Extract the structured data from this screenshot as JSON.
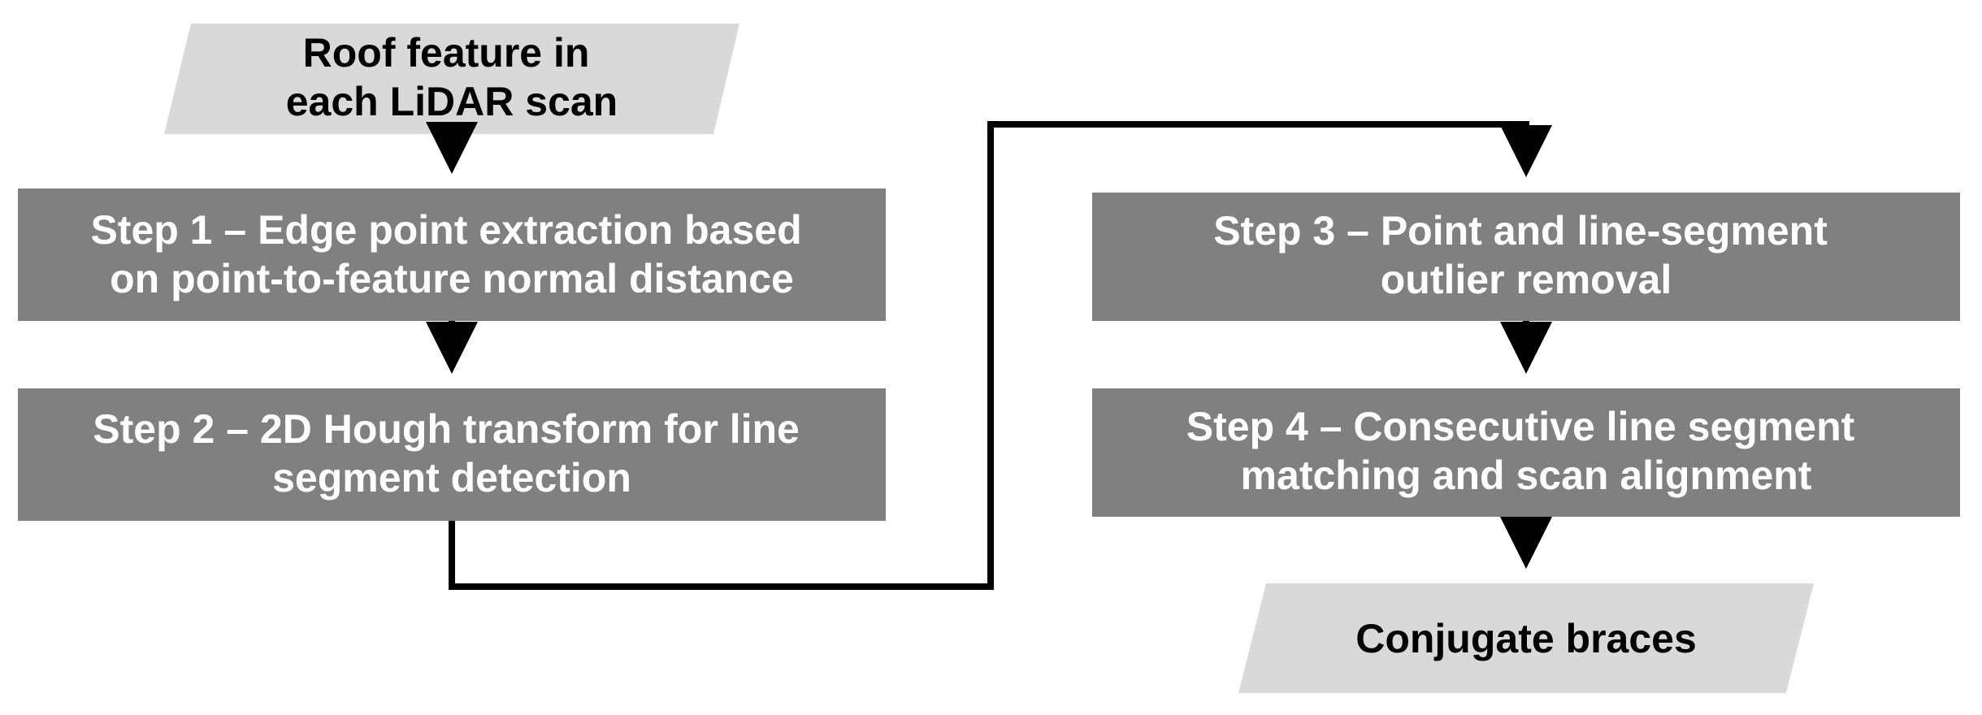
{
  "diagram": {
    "input": {
      "lines": [
        "Roof feature in",
        "each LiDAR scan"
      ]
    },
    "steps": [
      {
        "lines": [
          "Step 1 – Edge point extraction based",
          "on point-to-feature normal distance"
        ]
      },
      {
        "lines": [
          "Step 2 – 2D Hough transform for line",
          "segment detection"
        ]
      },
      {
        "lines": [
          "Step 3 – Point and line-segment",
          "outlier removal"
        ]
      },
      {
        "lines": [
          "Step 4 – Consecutive line segment",
          "matching and scan alignment"
        ]
      }
    ],
    "output": {
      "lines": [
        "Conjugate braces"
      ]
    },
    "colors": {
      "io_fill": "#d9d9d9",
      "step_fill": "#808080",
      "step_text": "#ffffff",
      "io_text": "#000000",
      "connector": "#000000"
    }
  }
}
